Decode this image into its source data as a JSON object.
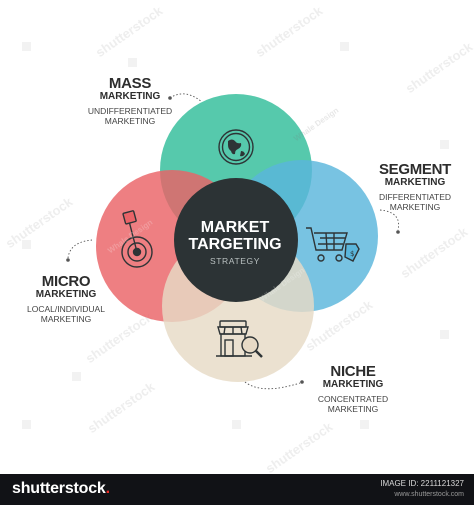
{
  "center": {
    "title_line1": "MARKET",
    "title_line2": "TARGETING",
    "subtitle": "STRATEGY"
  },
  "mass": {
    "title": "MASS",
    "subtitle": "MARKETING",
    "desc_line1": "UNDIFFERENTIATED",
    "desc_line2": "MARKETING",
    "color": "#3fc1a0",
    "icon": "globe-icon"
  },
  "segment": {
    "title": "SEGMENT",
    "subtitle": "MARKETING",
    "desc_line1": "DIFFERENTIATED",
    "desc_line2": "MARKETING",
    "color": "#5ab6dc",
    "icon": "shopping-cart-icon"
  },
  "micro": {
    "title": "MICRO",
    "subtitle": "MARKETING",
    "desc_line1": "LOCAL/INDIVIDUAL",
    "desc_line2": "MARKETING",
    "color": "#ea6367",
    "icon": "target-arrow-icon"
  },
  "niche": {
    "title": "NICHE",
    "subtitle": "MARKETING",
    "desc_line1": "CONCENTRATED",
    "desc_line2": "MARKETING",
    "color": "#e7dac6",
    "icon": "storefront-search-icon"
  },
  "center_color": "#2c3335",
  "watermarks": [
    "shutterstock",
    "Whale Design"
  ],
  "footer": {
    "logo": "shutterstock",
    "logo_mark": ".",
    "image_id": "IMAGE ID: 2211121327",
    "url": "www.shutterstock.com"
  }
}
